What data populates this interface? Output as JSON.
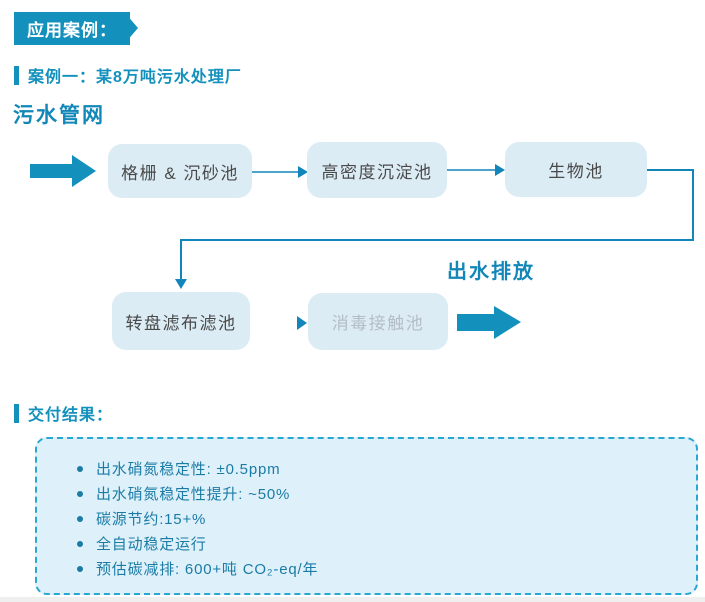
{
  "banner": {
    "label": "应用案例："
  },
  "case_heading": {
    "label": "案例一：某8万吨污水处理厂"
  },
  "flow": {
    "source_label": "污水管网",
    "boxes": [
      {
        "label": "格栅 & 沉砂池"
      },
      {
        "label": "高密度沉淀池"
      },
      {
        "label": "生物池"
      },
      {
        "label": "转盘滤布滤池"
      },
      {
        "label": "消毒接触池",
        "state": "inactive"
      }
    ],
    "output_label": "出水排放"
  },
  "results": {
    "heading": "交付结果：",
    "items": [
      "出水硝氮稳定性: ±0.5ppm",
      "出水硝氮稳定性提升: ~50%",
      "碳源节约:15+%",
      "全自动稳定运行",
      "预估碳减排: 600+吨 CO₂-eq/年"
    ]
  },
  "colors": {
    "primary_teal": "#1391bc",
    "heading_teal": "#1287b8",
    "connector_blue": "#1285ba",
    "flow_box_fill": "#dcecf5",
    "flow_box_text": "#4a4a4a",
    "inactive_box_text": "#b4bdc5",
    "results_box_fill": "#def1fb",
    "results_border": "#2aa6d2",
    "results_text": "#1b7ba5"
  }
}
